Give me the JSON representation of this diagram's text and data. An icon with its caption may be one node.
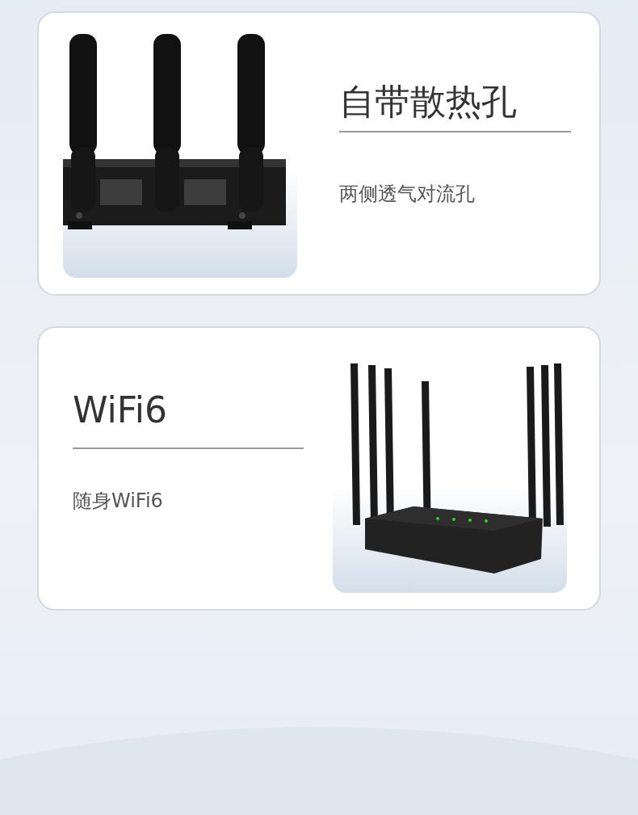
{
  "diagram": {
    "nodes": [
      {
        "text": [
          "自带散热孔",
          "两侧透气对流孔"
        ]
      },
      {
        "text": [
          "WiFi6",
          "随身WiFi6"
        ]
      }
    ]
  }
}
